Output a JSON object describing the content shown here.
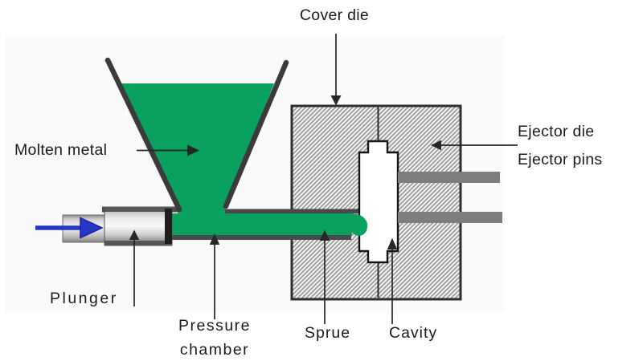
{
  "diagram": {
    "labels": {
      "cover_die": "Cover die",
      "molten_metal": "Molten metal",
      "ejector_die": "Ejector die",
      "ejector_pins": "Ejector pins",
      "plunger": "Plunger",
      "pressure_chamber_line1": "Pressure",
      "pressure_chamber_line2": "chamber",
      "sprue": "Sprue",
      "cavity": "Cavity"
    },
    "colors": {
      "molten_metal_green": "#0aa05d",
      "arrow_blue": "#2536c9",
      "arrow_blue_outline": "#17249c",
      "pin_gray": "#7d7d7d",
      "outline_dark": "#3b3b3b",
      "channel_wall": "#4a4a4a",
      "die_border": "#2e2e2e",
      "hatch_line": "#8e8e8e",
      "hatch_bg": "#f4f4f4",
      "label_text": "#1b1b1b"
    }
  }
}
